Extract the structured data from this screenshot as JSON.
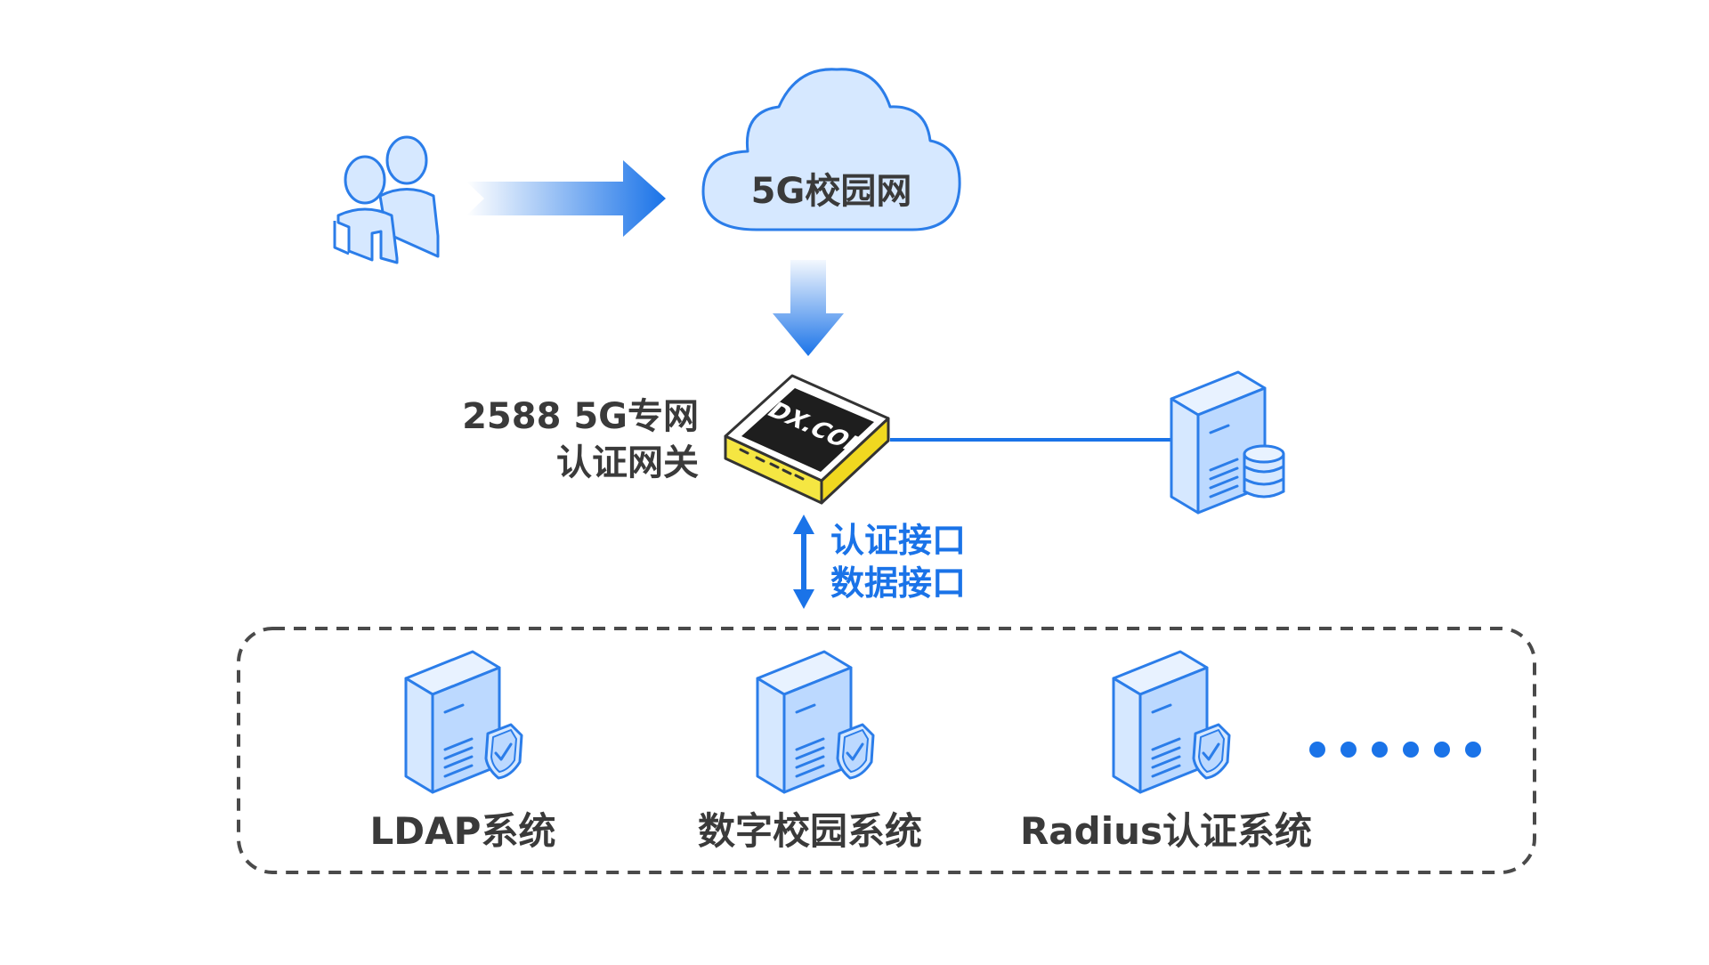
{
  "diagram": {
    "cloud": {
      "label": "5G校园网"
    },
    "gateway": {
      "brand": "DX.COM",
      "label_line1": "2588 5G专网",
      "label_line2": "认证网关"
    },
    "interfaces": {
      "line1": "认证接口",
      "line2": "数据接口"
    },
    "systems": [
      {
        "label": "LDAP系统"
      },
      {
        "label": "数字校园系统"
      },
      {
        "label": "Radius认证系统"
      }
    ],
    "more": "……"
  },
  "colors": {
    "accent_blue": "#1a73e8",
    "light_blue_fill": "#d6e8ff",
    "icon_stroke": "#2b7de9",
    "text_dark": "#3a3a3a",
    "gateway_yellow": "#f5e642",
    "dashed_border": "#4a4a4a"
  },
  "icons": {
    "users": "users-icon",
    "cloud": "cloud-icon",
    "gateway": "gateway-device-icon",
    "database_server": "database-server-icon",
    "secure_server": "secure-server-icon"
  }
}
